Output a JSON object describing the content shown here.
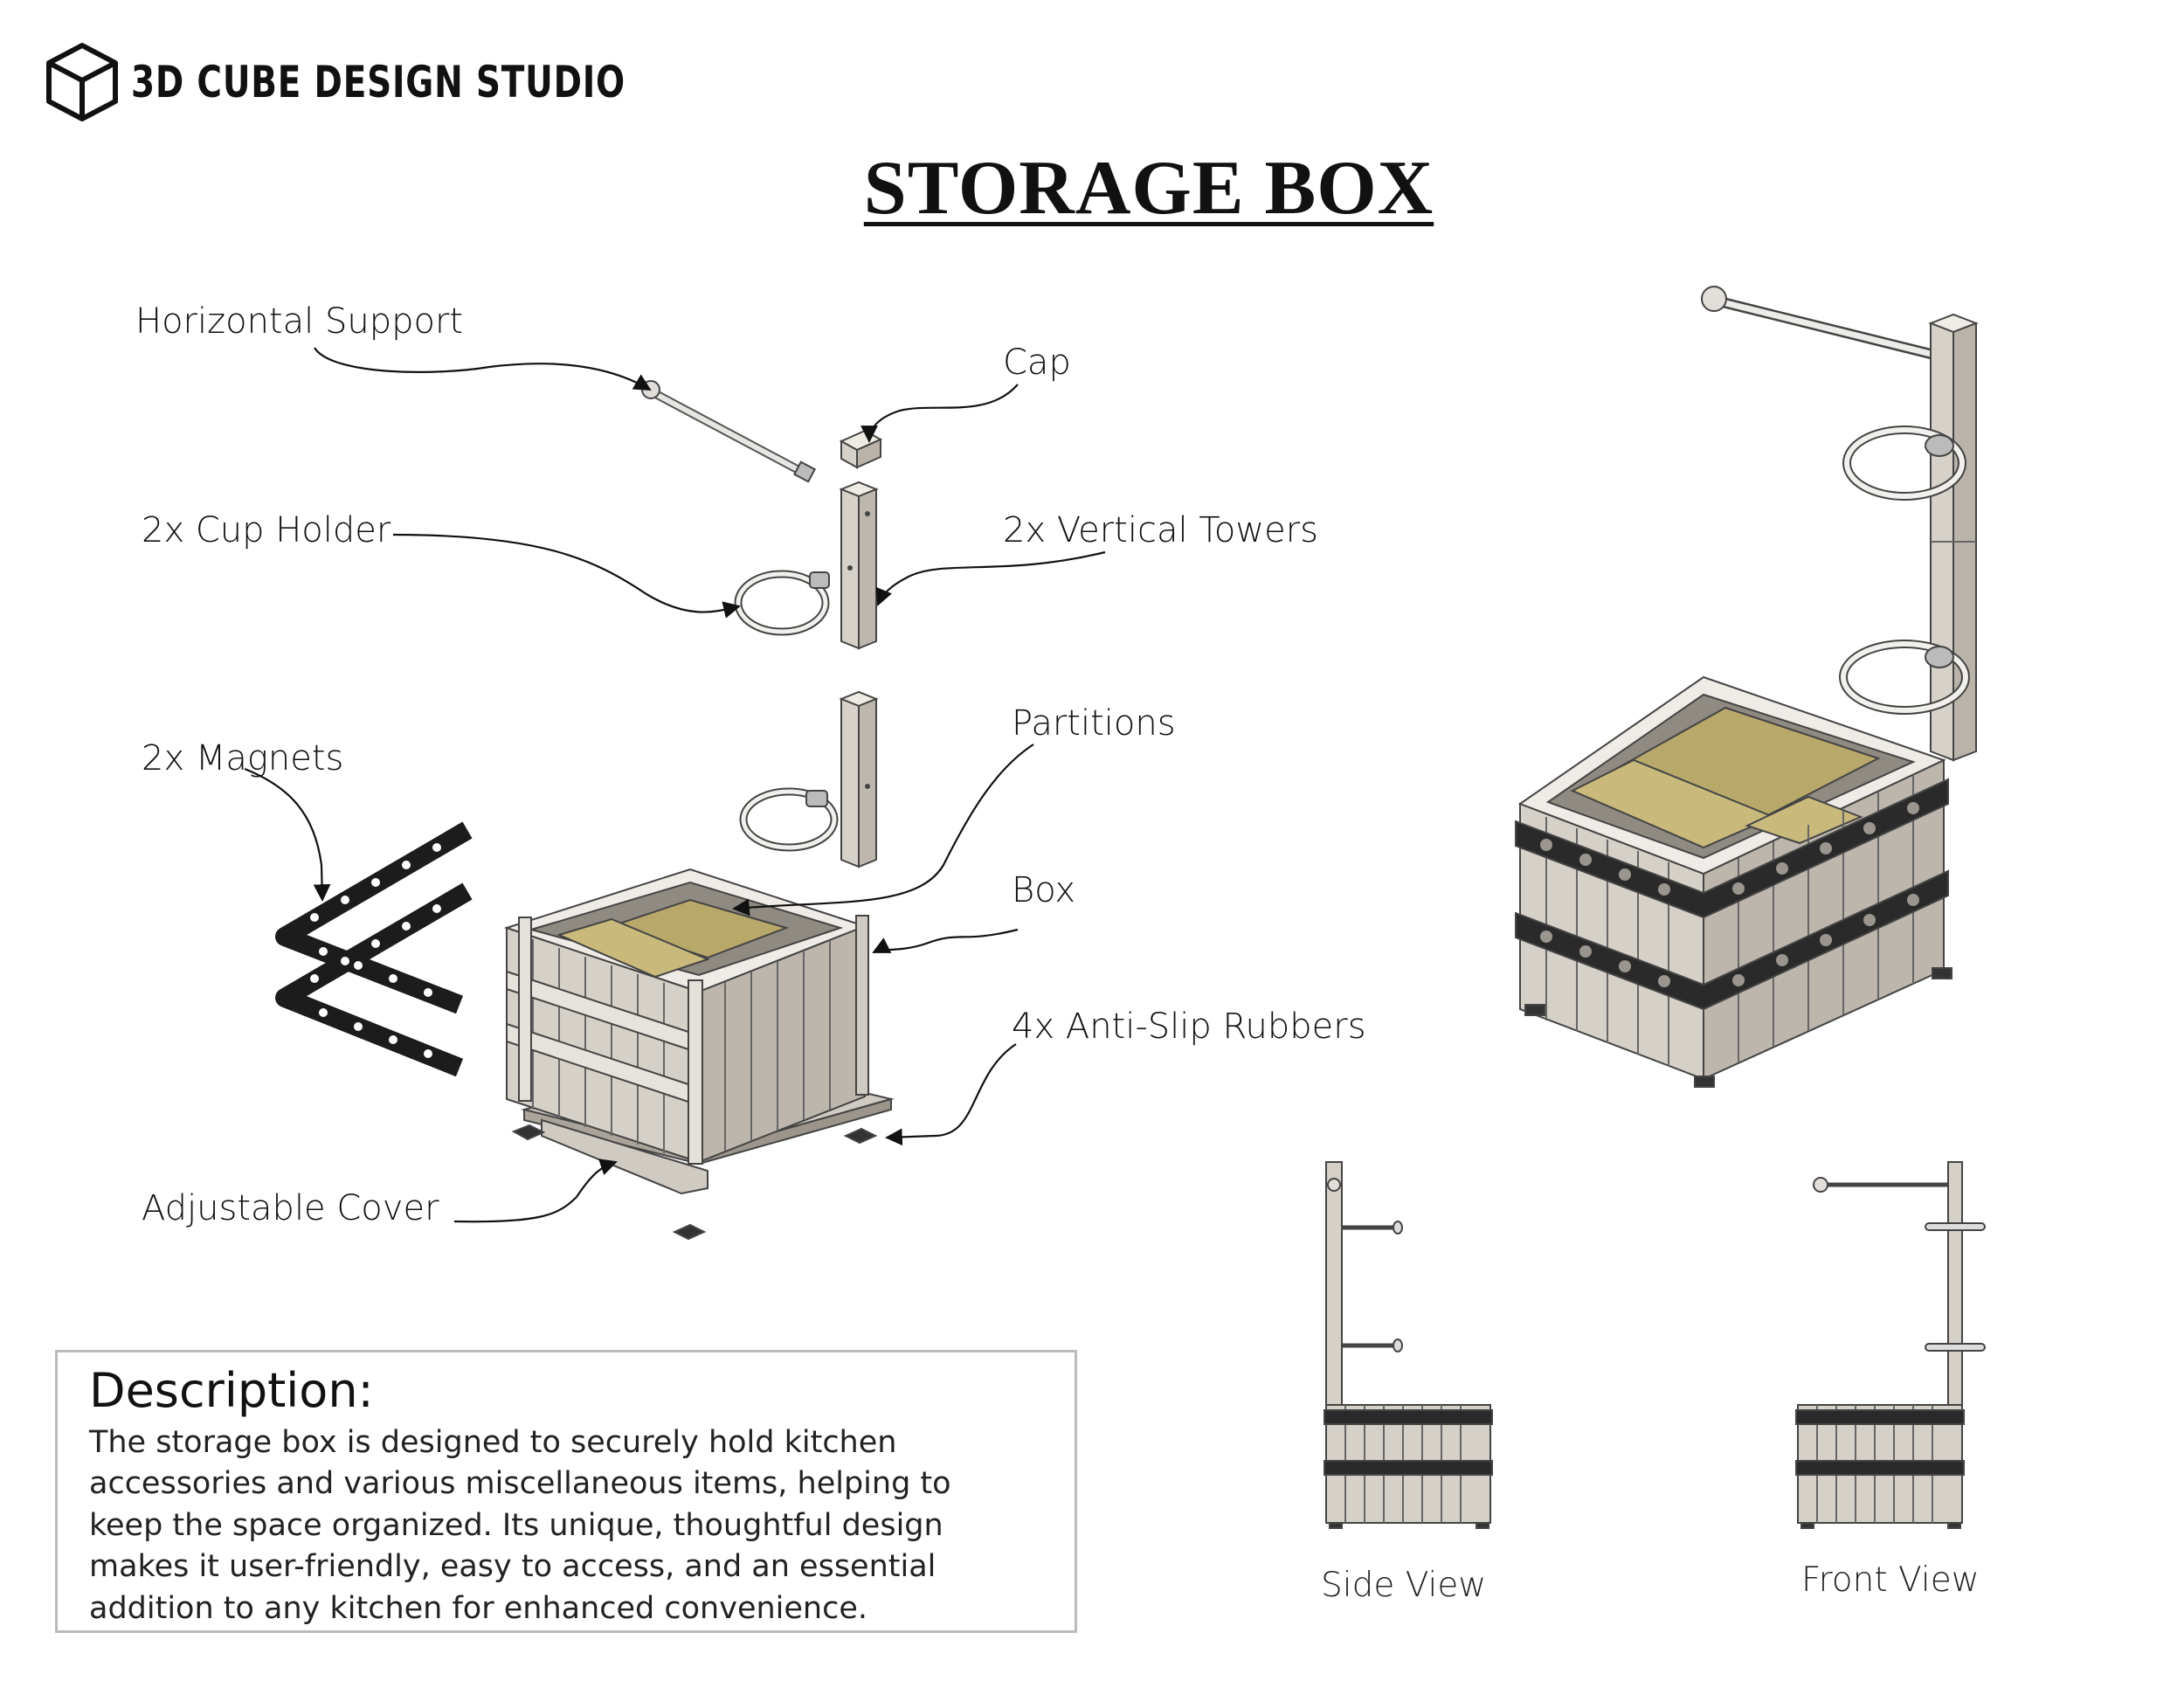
{
  "brand": {
    "name": "3D CUBE DESIGN STUDIO",
    "logo_icon": "cube-icon"
  },
  "title": "STORAGE BOX",
  "labels": {
    "horizontal_support": "Horizontal Support",
    "cap": "Cap",
    "cup_holder": "2x Cup Holder",
    "vertical_towers": "2x Vertical Towers",
    "magnets": "2x Magnets",
    "partitions": "Partitions",
    "box": "Box",
    "anti_slip": "4x Anti-Slip Rubbers",
    "cover": "Adjustable Cover"
  },
  "description": {
    "heading": "Description:",
    "body": "The storage box is designed to securely hold kitchen accessories and various miscellaneous items, helping to keep the space organized. Its unique, thoughtful design makes it user-friendly, easy to access, and an essential addition to any kitchen for enhanced convenience."
  },
  "views": {
    "side": "Side View",
    "front": "Front View"
  },
  "colors": {
    "wood": "#d5d0c8",
    "wood_dark": "#a9a39a",
    "partition": "#c8b878",
    "magnet": "#2a2a2a",
    "line": "#111111"
  }
}
